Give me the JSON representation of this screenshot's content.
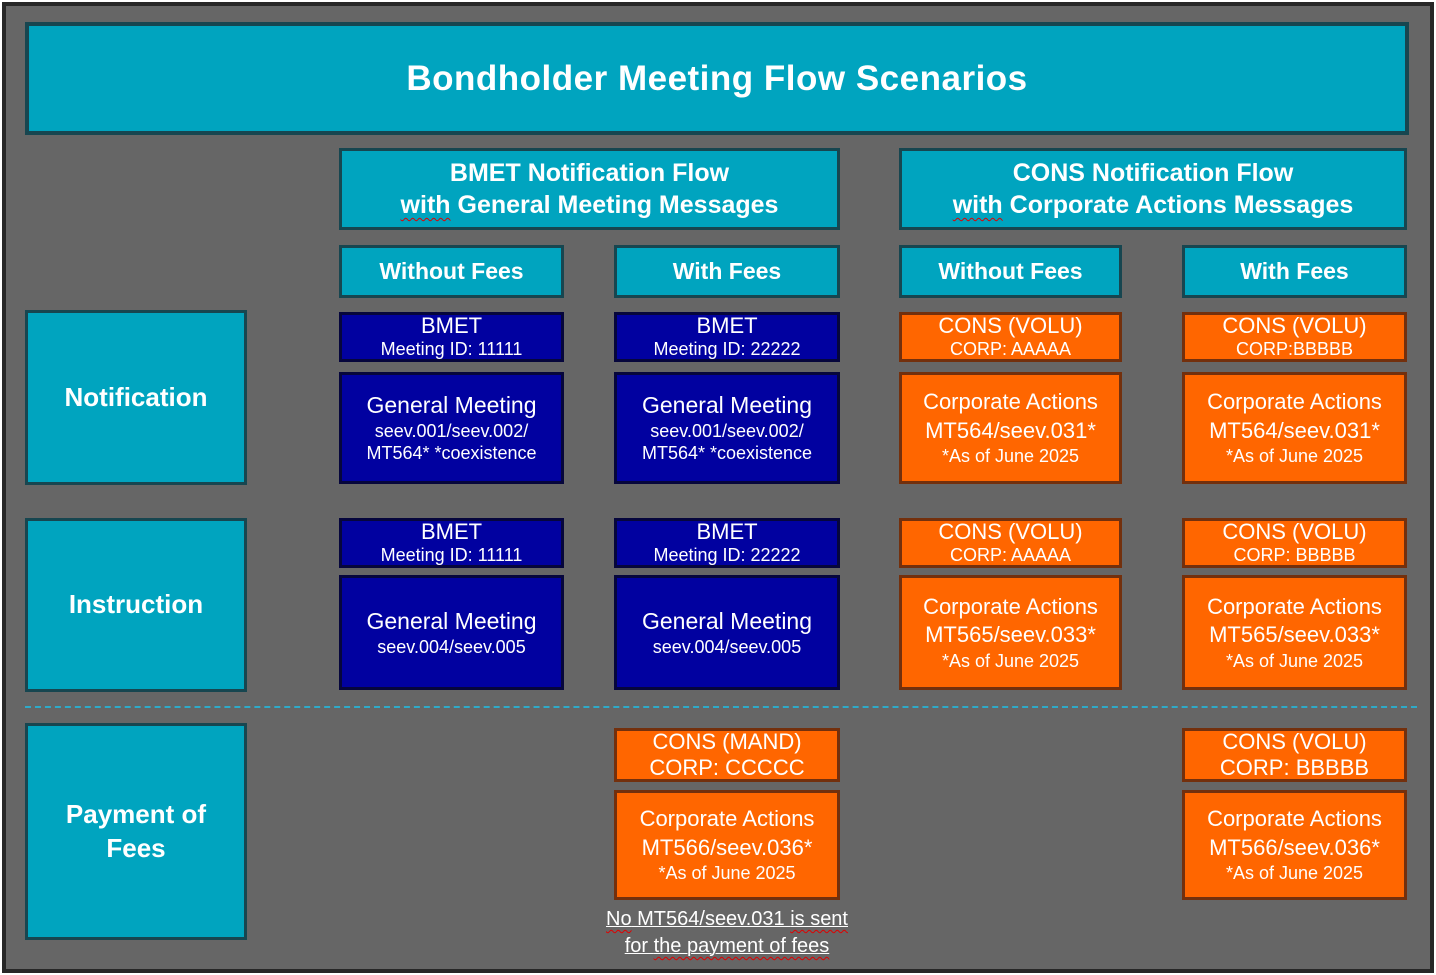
{
  "title": "Bondholder Meeting Flow Scenarios",
  "colors": {
    "background": "#666666",
    "outer_border": "#272727",
    "teal": "#00A4BF",
    "teal_border": "#174650",
    "navy": "#0101A0",
    "navy_border": "#06063C",
    "orange": "#FF6600",
    "orange_border": "#73300D",
    "dashed_line": "#2EAAC8",
    "squiggle_red": "#E00000",
    "text": "#FFFFFF"
  },
  "flow_headers": {
    "bmet": {
      "line1": "BMET Notification Flow",
      "line2_word": "with",
      "line2_rest": " General Meeting Messages"
    },
    "cons": {
      "line1": "CONS Notification Flow",
      "line2_word": "with",
      "line2_rest": " Corporate Actions Messages"
    }
  },
  "subheaders": {
    "bmet_without": "Without Fees",
    "bmet_with": "With Fees",
    "cons_without": "Without Fees",
    "cons_with": "With Fees"
  },
  "row_labels": {
    "notification": "Notification",
    "instruction": "Instruction",
    "payment": "Payment of\nFees"
  },
  "notification": {
    "bmet_without": {
      "top": [
        "BMET",
        "Meeting ID: 11111"
      ],
      "main": [
        "General Meeting",
        "seev.001/seev.002/",
        "MT564* *coexistence"
      ]
    },
    "bmet_with": {
      "top": [
        "BMET",
        "Meeting ID: 22222"
      ],
      "main": [
        "General Meeting",
        "seev.001/seev.002/",
        "MT564* *coexistence"
      ]
    },
    "cons_without": {
      "top": [
        "CONS (VOLU)",
        "CORP: AAAAA"
      ],
      "main": [
        "Corporate Actions",
        "MT564/seev.031*",
        "*As of June 2025"
      ]
    },
    "cons_with": {
      "top": [
        "CONS (VOLU)",
        "CORP:BBBBB"
      ],
      "main": [
        "Corporate Actions",
        "MT564/seev.031*",
        "*As of June 2025"
      ]
    }
  },
  "instruction": {
    "bmet_without": {
      "top": [
        "BMET",
        "Meeting ID: 11111"
      ],
      "main": [
        "General Meeting",
        "seev.004/seev.005"
      ]
    },
    "bmet_with": {
      "top": [
        "BMET",
        "Meeting ID: 22222"
      ],
      "main": [
        "General Meeting",
        "seev.004/seev.005"
      ]
    },
    "cons_without": {
      "top": [
        "CONS (VOLU)",
        "CORP: AAAAA"
      ],
      "main": [
        "Corporate Actions",
        "MT565/seev.033*",
        "*As of June 2025"
      ]
    },
    "cons_with": {
      "top": [
        "CONS (VOLU)",
        "CORP: BBBBB"
      ],
      "main": [
        "Corporate Actions",
        "MT565/seev.033*",
        "*As of June 2025"
      ]
    }
  },
  "payment": {
    "bmet_with": {
      "top": [
        "CONS (MAND)",
        "CORP: CCCCC"
      ],
      "main": [
        "Corporate Actions",
        "MT566/seev.036*",
        "*As of June 2025"
      ]
    },
    "cons_with": {
      "top": [
        "CONS (VOLU)",
        "CORP: BBBBB"
      ],
      "main": [
        "Corporate Actions",
        "MT566/seev.036*",
        "*As of June 2025"
      ]
    },
    "note": {
      "line1_wavy1": "No",
      "line1_plain": " MT564/seev.031 ",
      "line1_wavy2": "is sent",
      "line2_plain": "for ",
      "line2_wavy": "the payment of fees"
    }
  }
}
